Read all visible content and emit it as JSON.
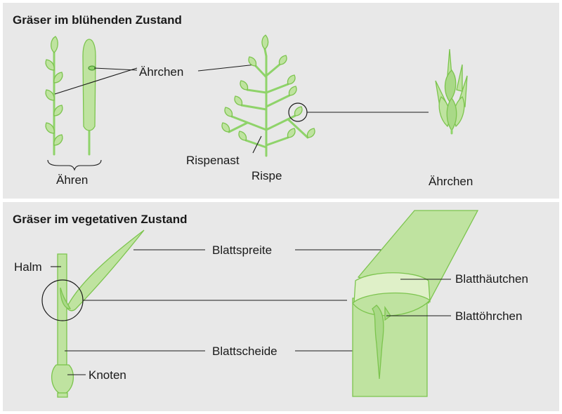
{
  "sections": {
    "flowering_title": "Gräser im blühenden Zustand",
    "vegetative_title": "Gräser im vegetativen Zustand"
  },
  "labels": {
    "aehrchen_top": "Ährchen",
    "aehren": "Ähren",
    "rispenast": "Rispenast",
    "rispe": "Rispe",
    "aehrchen_right": "Ährchen",
    "halm": "Halm",
    "blattspreite": "Blattspreite",
    "blatthaeutchen": "Blatthäutchen",
    "blattoehrchen": "Blattöhrchen",
    "blattscheide": "Blattscheide",
    "knoten": "Knoten"
  },
  "colors": {
    "background": "#e8e8e8",
    "plant_fill": "#bfe3a0",
    "plant_stroke": "#7cc44e",
    "text": "#1a1a1a"
  }
}
